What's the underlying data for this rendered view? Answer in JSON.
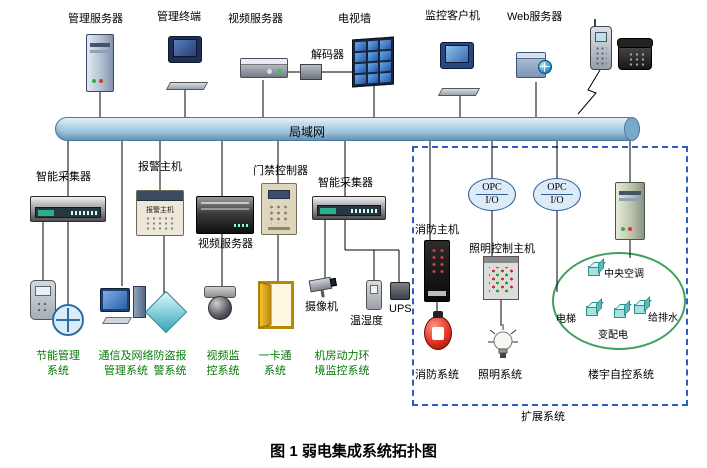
{
  "caption": "图 1 弱电集成系统拓扑图",
  "lan": {
    "label": "局域网"
  },
  "top": {
    "mgmt_server": "管理服务器",
    "mgmt_terminal": "管理终端",
    "video_server": "视频服务器",
    "decoder": "解码器",
    "tv_wall": "电视墙",
    "monitor_client": "监控客户机",
    "web_server": "Web服务器"
  },
  "mid": {
    "collector1": "智能采集器",
    "alarm_host": "报警主机",
    "alarm_host_panel": "报警主机",
    "video_server2": "视频服务器",
    "access_controller": "门禁控制器",
    "collector2": "智能采集器",
    "camera": "摄像机",
    "temp_humidity": "温湿度",
    "ups": "UPS"
  },
  "systems": {
    "energy": [
      "节能管理",
      "系统"
    ],
    "comm": [
      "通信及网络",
      "管理系统"
    ],
    "burglar": [
      "防盗报",
      "警系统"
    ],
    "video": [
      "视频监",
      "控系统"
    ],
    "card": [
      "一卡通",
      "系统"
    ],
    "room": [
      "机房动力环",
      "境监控系统"
    ]
  },
  "expansion": {
    "box_label": "扩展系统",
    "opc": {
      "top": "OPC",
      "bottom": "I/O"
    },
    "fire_host": "消防主机",
    "lighting_host": "照明控制主机",
    "fire_system": "消防系统",
    "lighting_system": "照明系统",
    "building": {
      "label": "楼宇自控系统",
      "hvac": "中央空调",
      "elevator": "电梯",
      "power": "变配电",
      "water": "给排水"
    }
  },
  "colors": {
    "system_label_green": "#0a7a0a",
    "expansion_dashed_border": "#2e5fbf",
    "lan_bus_fill": "#aecfe4",
    "building_ellipse": "#3fa05f",
    "fire_red": "#e03423",
    "crystal_teal": "#3aa4b8"
  }
}
